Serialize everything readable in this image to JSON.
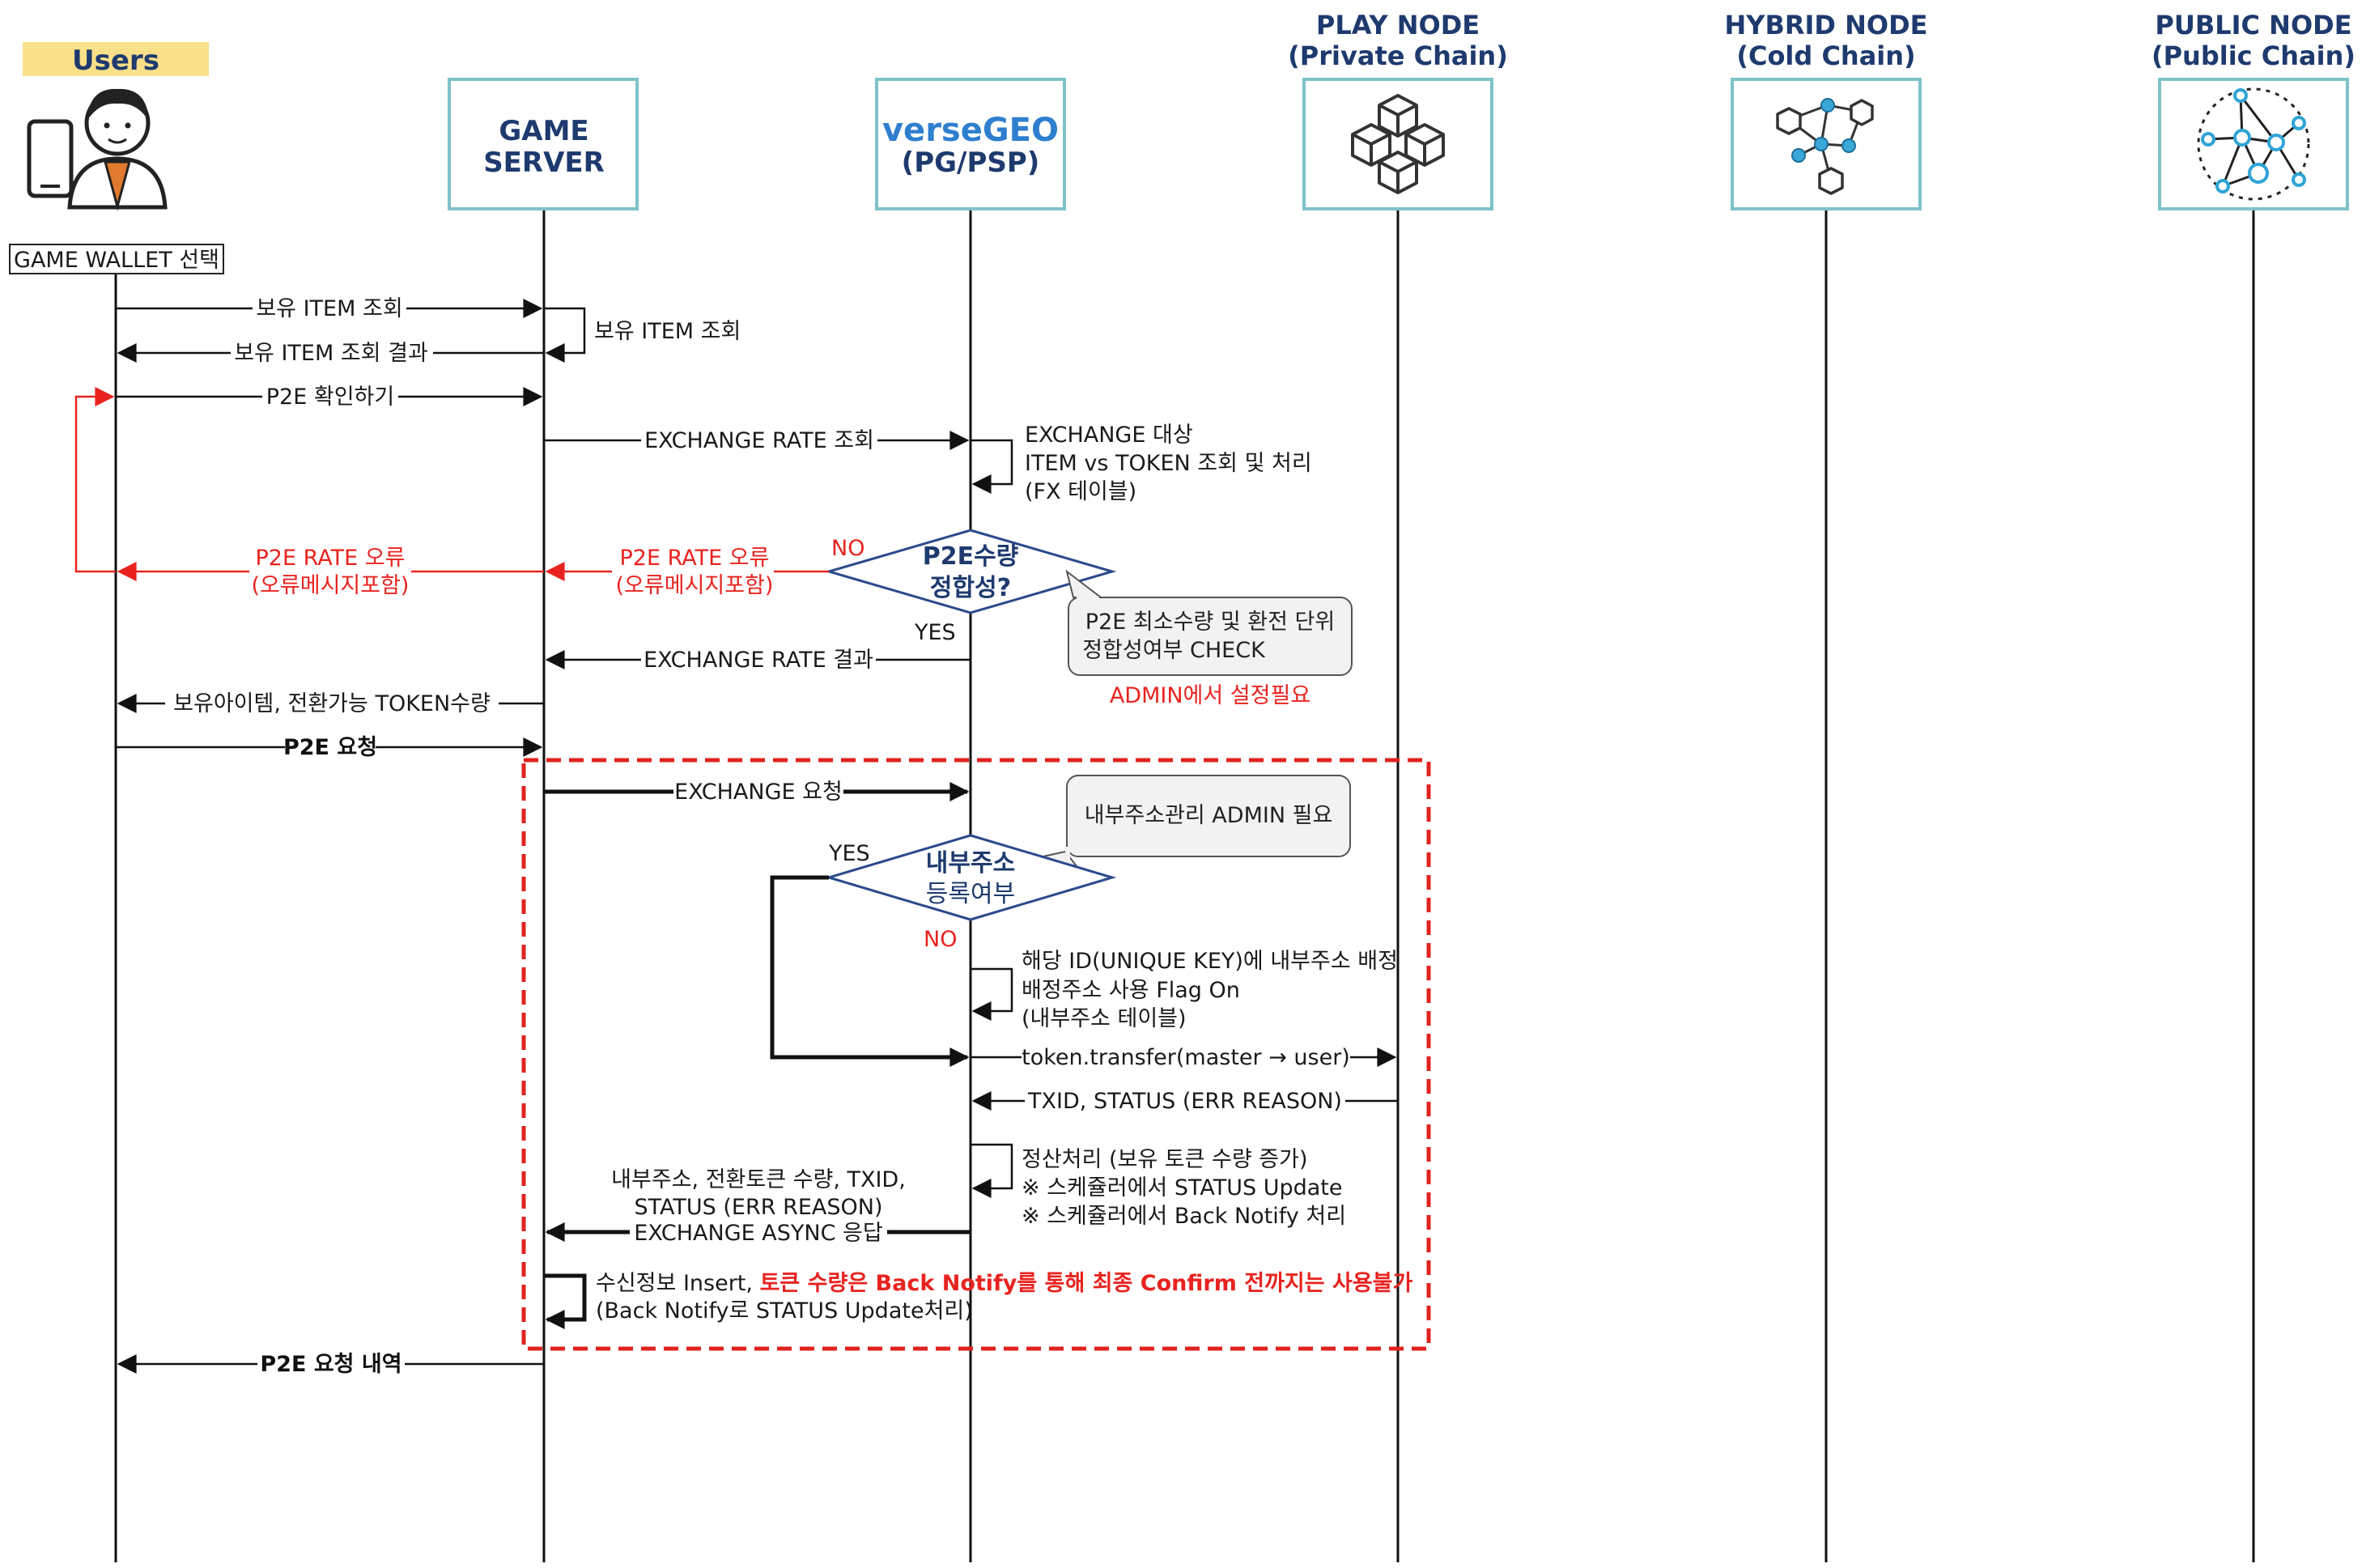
{
  "participants": {
    "users": "Users",
    "game_server": [
      "GAME",
      "SERVER"
    ],
    "versegeo_name": "verseGEO",
    "versegeo_sub": "(PG/PSP)",
    "play_node": [
      "PLAY NODE",
      "(Private Chain)"
    ],
    "hybrid_node": [
      "HYBRID NODE",
      "(Cold Chain)"
    ],
    "public_node": [
      "PUBLIC NODE",
      "(Public Chain)"
    ]
  },
  "icons": {
    "user": "user-with-phone-icon",
    "play": "cube-cluster-icon",
    "hybrid": "connected-cubes-network-icon",
    "public": "network-nodes-icon"
  },
  "colors": {
    "lifeline": "#111111",
    "participant_border": "#7fc2c9",
    "users_badge": "#fbe08a",
    "error": "#e8231f",
    "decision_border": "#2b4a8b",
    "note_fill": "#f2f2f2",
    "dashed_box": "#e0231f"
  },
  "labels": {
    "wallet_select": "GAME WALLET 선택",
    "m1": "보유 ITEM 조회",
    "m1_self": "보유 ITEM 조회",
    "m2": "보유 ITEM 조회 결과",
    "m3": "P2E 확인하기",
    "m4": "EXCHANGE RATE 조회",
    "m4_self": [
      "EXCHANGE 대상",
      "ITEM vs TOKEN 조회 및 처리",
      "(FX 테이블)"
    ],
    "decision1": [
      "P2E수량",
      "정합성?"
    ],
    "no": "NO",
    "yes": "YES",
    "err_server": [
      "P2E RATE 오류",
      "(오류메시지포함)"
    ],
    "err_user": [
      "P2E RATE 오류",
      "(오류메시지포함)"
    ],
    "note1": [
      "P2E 최소수량 및 환전 단위",
      "정합성여부 CHECK"
    ],
    "admin_required": "ADMIN에서 설정필요",
    "m5": "EXCHANGE RATE 결과",
    "m6": "보유아이템, 전환가능 TOKEN수량",
    "m7": "P2E 요청",
    "m8": "EXCHANGE 요청",
    "note2": "내부주소관리 ADMIN 필요",
    "decision2": [
      "내부주소",
      "등록여부"
    ],
    "m9_self": [
      "해당 ID(UNIQUE KEY)에 내부주소 배정",
      "배정주소 사용 Flag On",
      "(내부주소 테이블)"
    ],
    "m10": "token.transfer(master → user)",
    "m11": "TXID, STATUS (ERR REASON)",
    "m12_self": [
      "정산처리 (보유 토큰 수량 증가)",
      "※ 스케쥴러에서 STATUS Update",
      "※ 스케쥴러에서 Back Notify 처리"
    ],
    "m13": [
      "내부주소, 전환토큰 수량, TXID,",
      "STATUS (ERR REASON)",
      "EXCHANGE ASYNC 응답"
    ],
    "m14_a": "수신정보 Insert, ",
    "m14_b": "토큰 수량은 Back Notify를 통해 최종 Confirm 전까지는 사용불가",
    "m14_c": "(Back Notify로 STATUS Update처리)",
    "m15": "P2E 요청 내역"
  }
}
